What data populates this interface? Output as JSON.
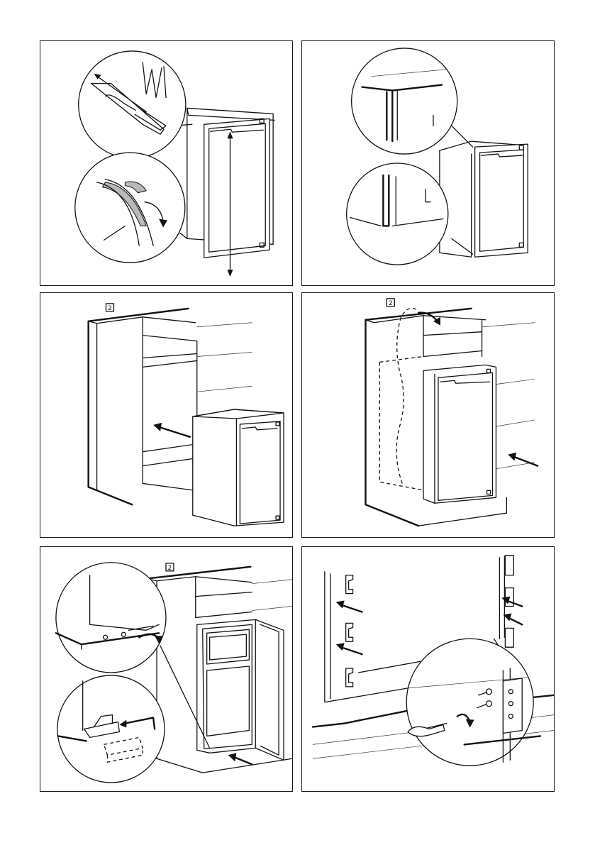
{
  "page": {
    "panels": [
      {
        "id": "p1",
        "step_icon_label": ""
      },
      {
        "id": "p2",
        "step_icon_label": ""
      },
      {
        "id": "p3",
        "step_icon_label": "2"
      },
      {
        "id": "p4",
        "step_icon_label": "2"
      },
      {
        "id": "p5",
        "step_icon_label": "2"
      },
      {
        "id": "p6",
        "step_icon_label": ""
      }
    ]
  },
  "colors": {
    "line": "#111111",
    "gasket": "#b9b9b9",
    "background": "#ffffff"
  }
}
